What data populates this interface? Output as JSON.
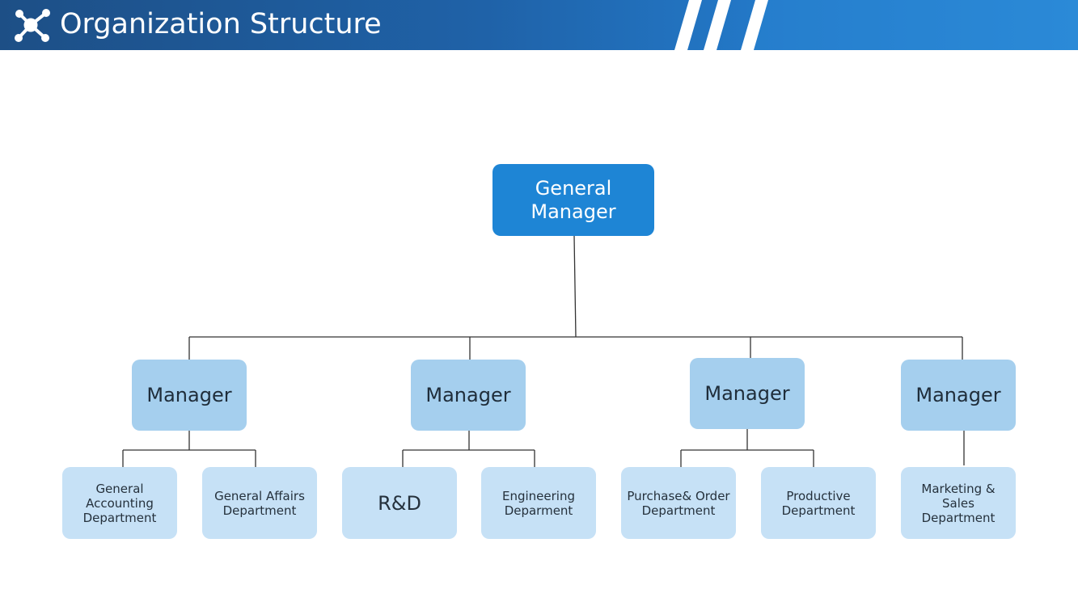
{
  "header": {
    "title": "Organization Structure",
    "icon": "network-icon"
  },
  "org_chart": {
    "top": {
      "label": "General Manager"
    },
    "managers": [
      {
        "label": "Manager",
        "departments": [
          "General Accounting Department",
          "General Affairs Department"
        ]
      },
      {
        "label": "Manager",
        "departments": [
          "R&D",
          "Engineering Deparment"
        ]
      },
      {
        "label": "Manager",
        "departments": [
          "Purchase& Order Department",
          "Productive Department"
        ]
      },
      {
        "label": "Manager",
        "departments": [
          "Marketing & Sales Department"
        ]
      }
    ]
  },
  "colors": {
    "header_gradient": [
      "#1d4f86",
      "#2b8ad8"
    ],
    "top_box": "#1e85d5",
    "manager_box": "#a5cfee",
    "department_box": "#c6e1f6",
    "connector": "#333333"
  }
}
